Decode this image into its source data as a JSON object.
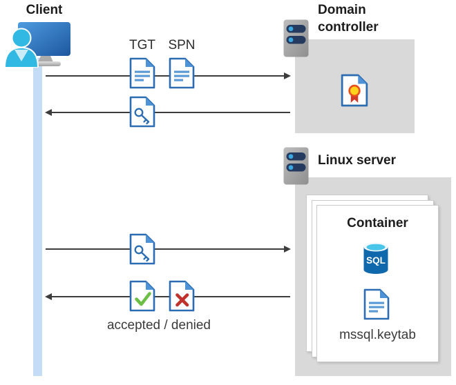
{
  "client": {
    "label": "Client"
  },
  "flow_labels": {
    "tgt": "TGT",
    "spn": "SPN",
    "accepted_denied": "accepted / denied"
  },
  "domain_controller": {
    "title": "Domain controller"
  },
  "linux_server": {
    "title": "Linux server"
  },
  "container": {
    "title": "Container",
    "sql_label": "SQL",
    "keytab_label": "mssql.keytab"
  },
  "icons": {
    "client": "client-computer-icon",
    "domain_controller_server": "server-icon",
    "linux_server": "server-icon",
    "tgt": "document-lines-icon",
    "spn": "document-lines-icon",
    "ticket_reply": "key-document-icon",
    "ticket_request": "key-document-icon",
    "certificate": "certificate-document-icon",
    "accepted": "check-document-icon",
    "denied": "cross-document-icon",
    "sql_database": "sql-database-icon"
  },
  "colors": {
    "doc_border_blue": "#2b6cb3",
    "doc_fold_blue": "#4e93d6",
    "doc_lines_blue": "#5b9bd5",
    "lifeline_blue": "#c5dcf7",
    "box_gray": "#d9d9d9",
    "server_bar_navy": "#243a5e",
    "server_dot_blue": "#3ba7e0",
    "sql_body_blue": "#0f67ac",
    "sql_top_cyan": "#49c5ea",
    "check_green": "#6cbe45",
    "cross_red": "#c0322b",
    "cert_gold": "#ffd21e",
    "cert_ring_orange": "#e8511d",
    "cert_ribbon_red": "#cf3a2a",
    "arrow_gray": "#3c3c3c",
    "monitor_blue_start": "#4e9be0",
    "monitor_blue_end": "#1d579e",
    "person_cyan": "#31b9e3"
  }
}
